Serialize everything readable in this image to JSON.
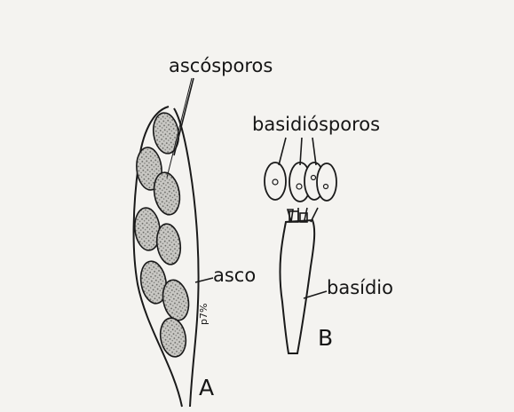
{
  "labels": {
    "ascosporos": "ascósporos",
    "basidiosporos": "basidiósporos",
    "asco": "asco",
    "basidio": "basídio",
    "panel_a": "A",
    "panel_b": "B",
    "scale": "p7%"
  },
  "colors": {
    "paper": "#f4f3f0",
    "ink": "#1a1a1a",
    "spore_fill": "#b9b8b4"
  }
}
